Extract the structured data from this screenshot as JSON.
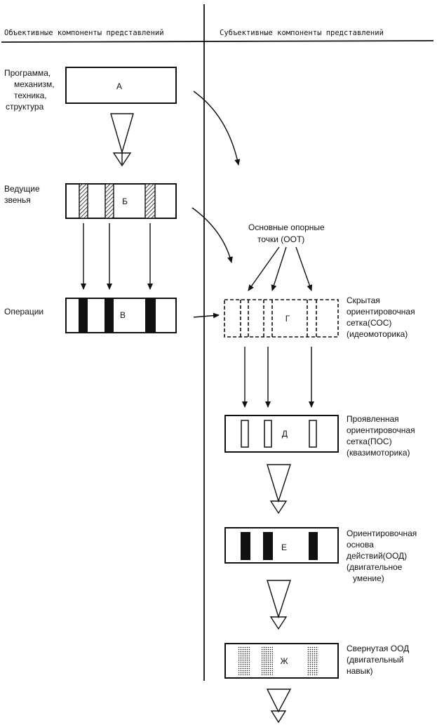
{
  "header": {
    "left": "Объективные компоненты представлений",
    "right": "Субъективные компоненты представлений"
  },
  "left_labels": {
    "program": [
      "Программа,",
      "механизм,",
      "техника,",
      "структура"
    ],
    "leading": [
      "Ведущие",
      "звенья"
    ],
    "operations": [
      "Операции"
    ]
  },
  "right_labels": {
    "dot": [
      "Основные опорные",
      "точки (ООТ)"
    ],
    "sos": [
      "Скрытая",
      "ориентировочная",
      "сетка(СОС)",
      "(идеомоторика)"
    ],
    "pos": [
      "Проявленная",
      "ориентировочная",
      "сетка(ПОС)",
      "(квазимоторика)"
    ],
    "ood": [
      "Ориентировочная",
      "основа",
      "действий(ООД)",
      "(двигательное",
      "умение)"
    ],
    "collapsed": [
      "Свернутая ООД",
      "(двигательный",
      "навык)"
    ]
  },
  "boxes": {
    "a": "А",
    "b": "Б",
    "v": "В",
    "g": "Г",
    "d": "Д",
    "e": "Е",
    "zh": "Ж"
  }
}
